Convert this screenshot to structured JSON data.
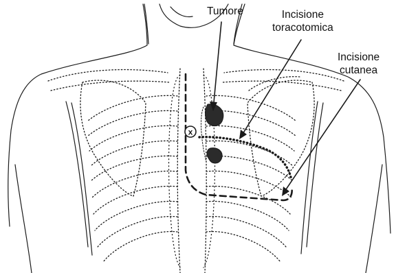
{
  "labels": {
    "tumore": "Tumore",
    "incisione_toracotomica": [
      "Incisione",
      "toracotomica"
    ],
    "incisione_cutanea": [
      "Incisione",
      "cutanea"
    ]
  },
  "marker_symbol": "x",
  "colors": {
    "ink": "#1a1a1a",
    "background": "#ffffff",
    "tumor_fill": "#2b2b2b"
  }
}
